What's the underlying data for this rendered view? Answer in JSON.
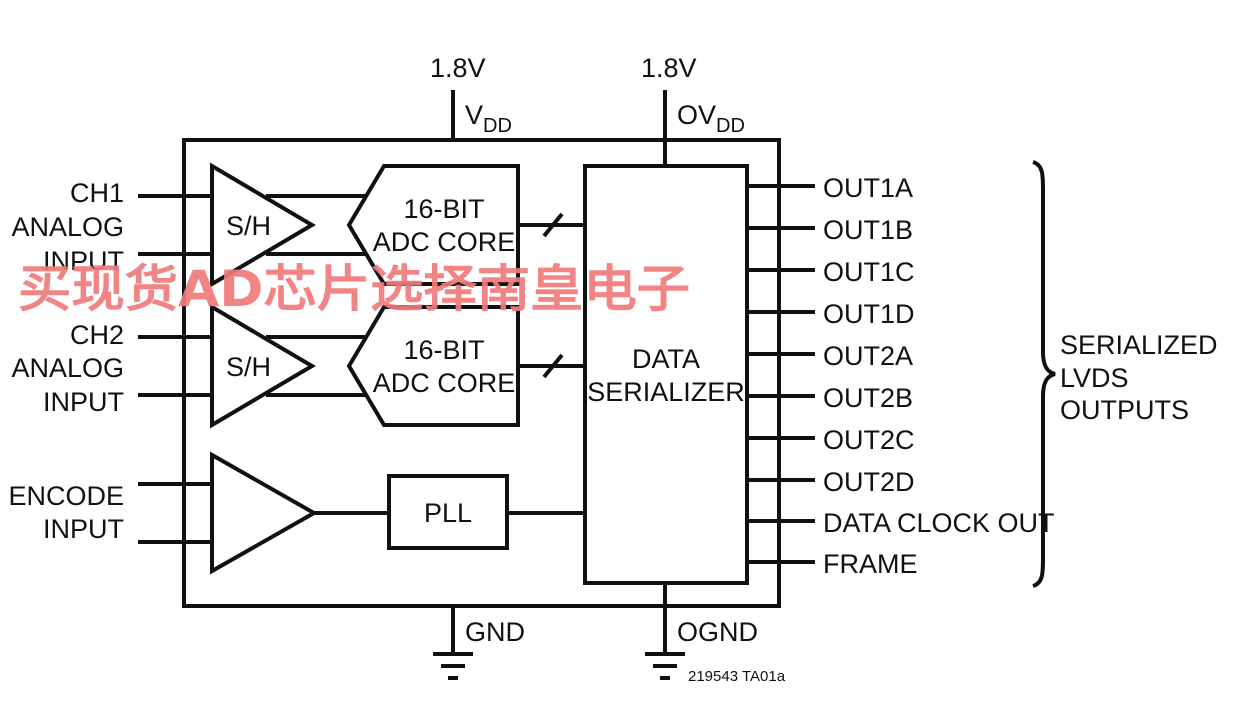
{
  "supplies": {
    "vdd_voltage": "1.8V",
    "vdd_name": "V",
    "vdd_sub": "DD",
    "ovdd_voltage": "1.8V",
    "ovdd_name": "OV",
    "ovdd_sub": "DD",
    "gnd": "GND",
    "ognd": "OGND"
  },
  "inputs": {
    "ch1": [
      "CH1",
      "ANALOG",
      "INPUT"
    ],
    "ch2": [
      "CH2",
      "ANALOG",
      "INPUT"
    ],
    "encode": [
      "ENCODE",
      "INPUT"
    ]
  },
  "blocks": {
    "sample_hold": "S/H",
    "adc_core": [
      "16-BIT",
      "ADC CORE"
    ],
    "pll": "PLL",
    "serializer": [
      "DATA",
      "SERIALIZER"
    ]
  },
  "outputs": [
    "OUT1A",
    "OUT1B",
    "OUT1C",
    "OUT1D",
    "OUT2A",
    "OUT2B",
    "OUT2C",
    "OUT2D",
    "DATA CLOCK OUT",
    "FRAME"
  ],
  "output_group": [
    "SERIALIZED",
    "LVDS",
    "OUTPUTS"
  ],
  "figure_id": "219543 TA01a",
  "watermark": "买现货AD芯片选择南皇电子",
  "colors": {
    "line": "#111111",
    "watermark": "#f07b7b",
    "background": "#ffffff"
  }
}
